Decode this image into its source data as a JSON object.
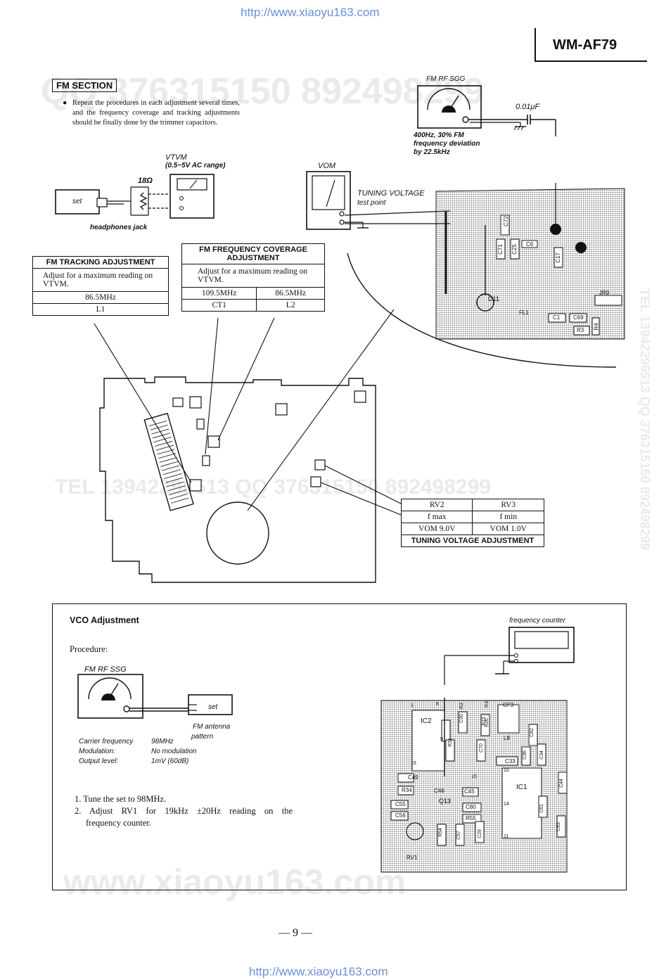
{
  "header": {
    "url_top": "http://www.xiaoyu163.com",
    "model": "WM-AF79",
    "url_bottom": "http://www.xiaoyu163.com",
    "page_number": "— 9 —"
  },
  "watermarks": {
    "qq": "QQ 376315150  892498299",
    "tel_mid": "TEL 13942296513  QQ 376315150  892498299",
    "www": "www.xiaoyu163.com",
    "side": "TEL 13942296513  QQ 376315150  892498299"
  },
  "fm_section": {
    "label": "FM SECTION",
    "note": "Repeat the procedures in each adjustment several times, and the frequency coverage and tracking adjustments should be finally done by the trimmer capacitors.",
    "bullet": "●"
  },
  "instruments": {
    "fm_rf_sgg": "FM RF SGG",
    "cap": "0.01μF",
    "sgg_note1": "400Hz, 30% FM",
    "sgg_note2": "frequency deviation",
    "sgg_note3": "by 22.5kHz",
    "vtvm": "VTVM",
    "vtvm_range": "(0.5−5V AC range)",
    "resistor": "18Ω",
    "set": "set",
    "headphones": "headphones jack",
    "vom": "VOM",
    "tuning_voltage": "TUNING VOLTAGE",
    "test_point": "test point"
  },
  "tracking": {
    "title": "FM TRACKING ADJUSTMENT",
    "desc": "Adjust for a maximum reading on VTVM.",
    "freq": "86.5MHz",
    "part": "L1"
  },
  "coverage": {
    "title1": "FM FREQUENCY COVERAGE",
    "title2": "ADJUSTMENT",
    "desc": "Adjust for a maximum reading on VTVM.",
    "freq1": "109.5MHz",
    "freq2": "86.5MHz",
    "part1": "CT1",
    "part2": "L2"
  },
  "tuning_table": {
    "c1": "RV2",
    "c2": "RV3",
    "r1c1": "f max",
    "r1c2": "f min",
    "r2c1": "VOM 9.0V",
    "r2c2": "VOM 1.0V",
    "title": "TUNING VOLTAGE ADJUSTMENT"
  },
  "pcb_top_labels": [
    "C72",
    "C71",
    "C25",
    "C6",
    "C17",
    "JR9",
    "D11",
    "FL1",
    "C1",
    "C69",
    "R3",
    "R4"
  ],
  "vco": {
    "title": "VCO Adjustment",
    "procedure": "Procedure:",
    "fm_rf_ssg": "FM RF SSG",
    "set": "set",
    "antenna1": "FM antenna",
    "antenna2": "pattern",
    "carrier_label": "Carrier frequency",
    "carrier_value": "98MHz",
    "modulation_label": "Modulation:",
    "modulation_value": "No modulation",
    "output_label": "Output level:",
    "output_value": "1mV (60dB)",
    "freq_counter": "frequency counter",
    "step1": "1.  Tune the set to 98MHz.",
    "step2a": "2.  Adjust RV1 for 19kHz ±20Hz reading on the",
    "step2b": "frequency counter."
  },
  "pcb_bottom_labels": [
    "IC2",
    "R2",
    "R3",
    "CF3",
    "C30",
    "R15",
    "R26",
    "C82",
    "R31",
    "C70",
    "L8",
    "C36",
    "C34",
    "C33",
    "C49",
    "C44",
    "R34",
    "C46",
    "C45",
    "IC1",
    "Q13",
    "C55",
    "C80",
    "C56",
    "R55",
    "C61",
    "C29",
    "R54",
    "C57",
    "C63",
    "RV1",
    "8",
    "1",
    "15",
    "10",
    "14",
    "16",
    "11",
    "9"
  ]
}
